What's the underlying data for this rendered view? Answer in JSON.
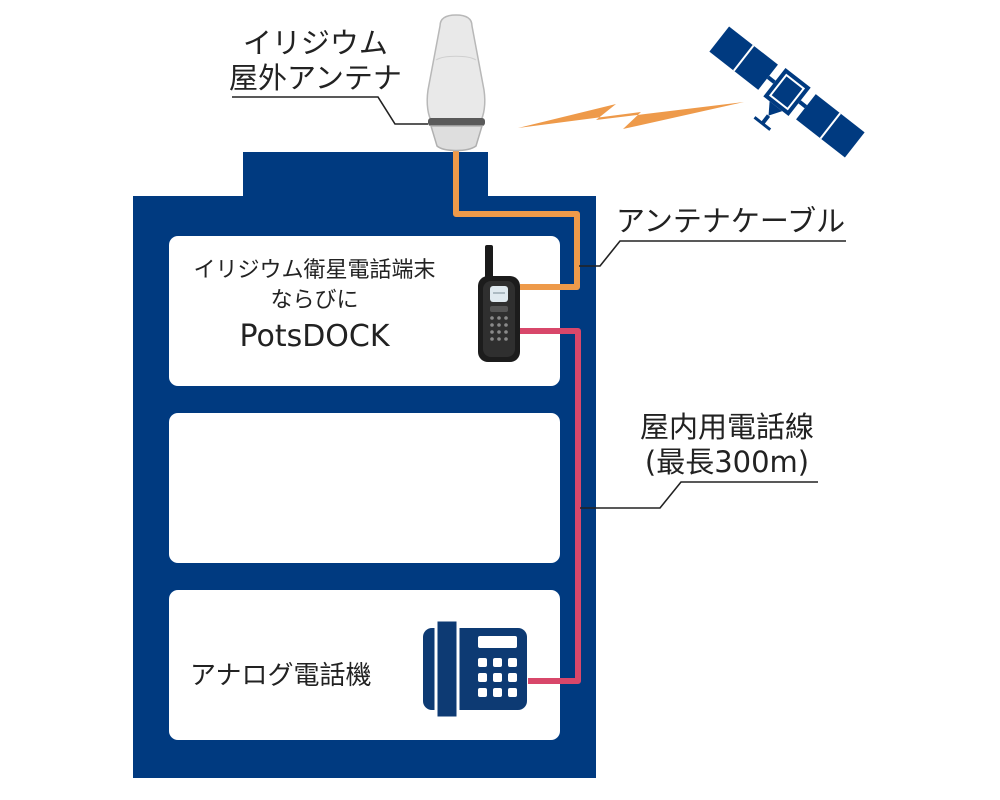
{
  "labels": {
    "antenna_line1": "イリジウム",
    "antenna_line2": "屋外アンテナ",
    "antenna_cable": "アンテナケーブル",
    "indoor_line_line1": "屋内用電話線",
    "indoor_line_line2": "(最長300m)"
  },
  "rooms": {
    "top_line1": "イリジウム衛星電話端末",
    "top_line2": "ならびに",
    "top_line3": "PotsDOCK",
    "bottom_label": "アナログ電話機"
  },
  "colors": {
    "building": "#003a80",
    "room": "#ffffff",
    "antenna_cable": "#ee9a4a",
    "phone_line": "#d8476a",
    "signal": "#ee9a4a",
    "satellite": "#003a80",
    "phone_icon": "#0d3a73"
  },
  "icons": {
    "antenna": "antenna-dome-icon",
    "satellite": "satellite-icon",
    "signal": "lightning-signal-icon",
    "handset": "satellite-phone-icon",
    "desk_phone": "desk-phone-icon"
  }
}
